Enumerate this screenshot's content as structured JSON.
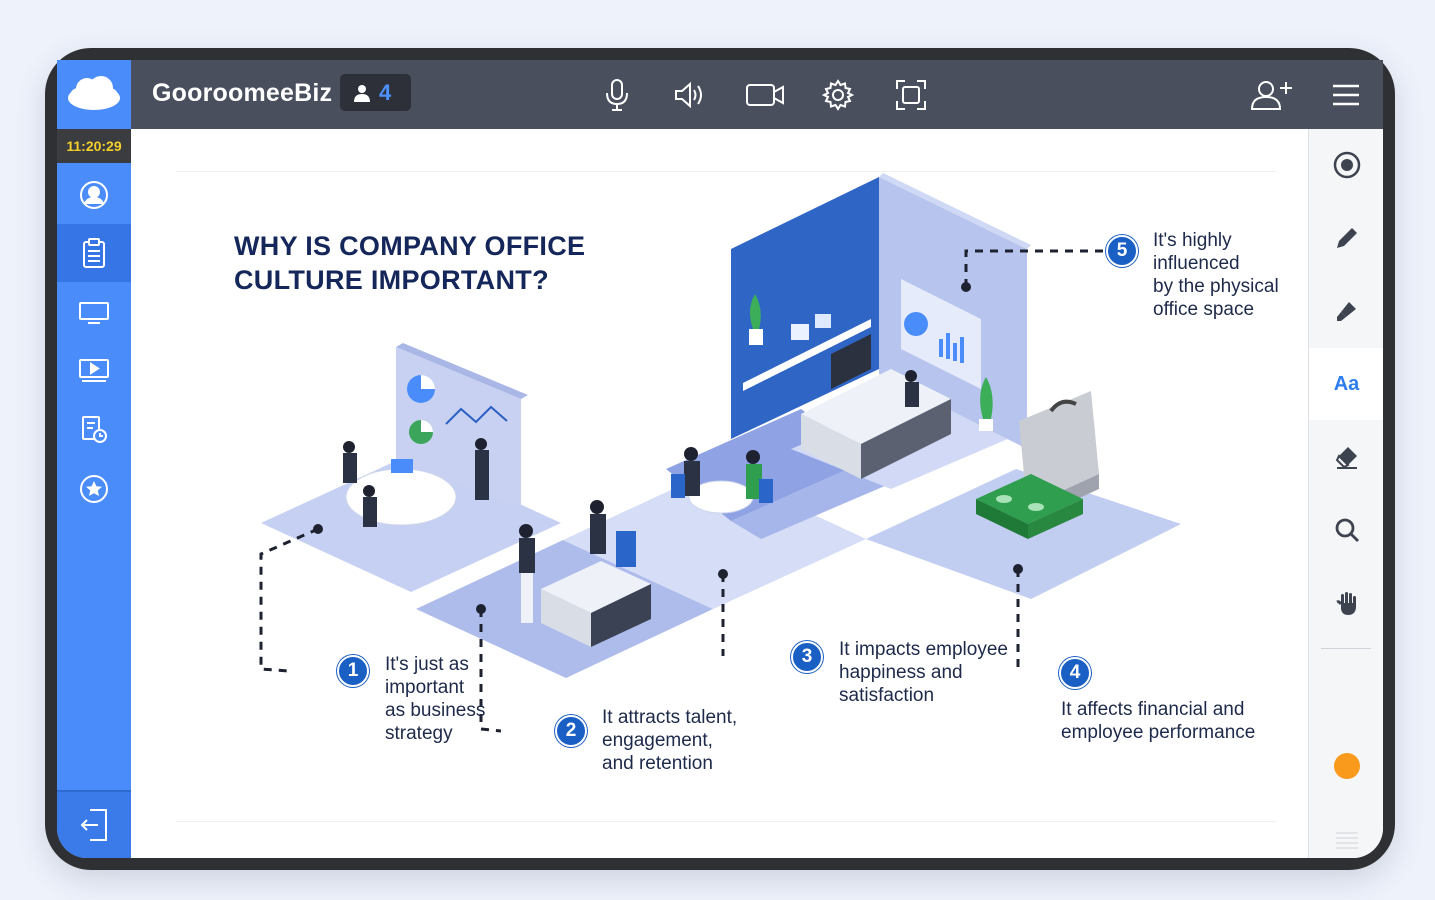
{
  "app": {
    "brand": "GooroomeeBiz",
    "participants": "4",
    "clock": "11:20:29"
  },
  "topbar": {
    "icons": [
      "microphone-icon",
      "speaker-icon",
      "camera-icon",
      "settings-icon",
      "fullscreen-icon",
      "add-user-icon",
      "menu-icon"
    ]
  },
  "sidebar": {
    "items": [
      "profile-icon",
      "clipboard-icon",
      "screen-share-icon",
      "media-icon",
      "schedule-icon",
      "favorite-icon"
    ],
    "active": "clipboard-icon",
    "exit": "exit-icon"
  },
  "toolbar": {
    "tools": [
      "record-icon",
      "pen-icon",
      "highlighter-icon",
      "text",
      "eraser-icon",
      "zoom-icon",
      "hand-icon"
    ],
    "text_tool_label": "Aa",
    "active": "text",
    "current_color": "#f99a1c"
  },
  "slide": {
    "title_line1": "WHY IS COMPANY OFFICE",
    "title_line2": "CULTURE IMPORTANT?",
    "points": [
      {
        "n": "1",
        "lines": [
          "It's just as",
          "important",
          "as business",
          "strategy"
        ]
      },
      {
        "n": "2",
        "lines": [
          "It attracts talent,",
          "engagement,",
          "and retention"
        ]
      },
      {
        "n": "3",
        "lines": [
          "It impacts employee",
          "happiness and",
          "satisfaction"
        ]
      },
      {
        "n": "4",
        "lines": [
          "It affects financial and",
          "employee performance"
        ]
      },
      {
        "n": "5",
        "lines": [
          "It's highly",
          "influenced",
          "by the physical",
          "office space"
        ]
      }
    ]
  },
  "colors": {
    "topbar": "#4a4f5e",
    "sidebar": "#4a8dfa",
    "accent": "#2e7ef0",
    "title": "#15275a",
    "badge": "#1a5fc4"
  }
}
